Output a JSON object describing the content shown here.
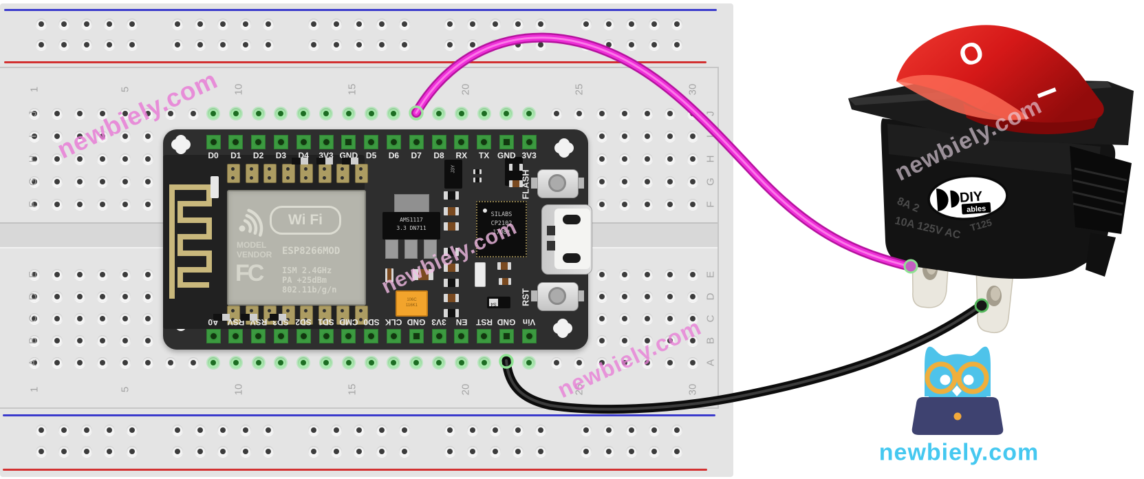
{
  "watermark": {
    "text": "newbiely.com"
  },
  "branding": {
    "site": "newbiely.com"
  },
  "breadboard": {
    "column_labels": [
      "1",
      "5",
      "10",
      "15",
      "20",
      "25",
      "30"
    ],
    "row_labels_upper": [
      "J",
      "I",
      "H",
      "G",
      "F"
    ],
    "row_labels_lower": [
      "E",
      "D",
      "C",
      "B",
      "A"
    ]
  },
  "board": {
    "top_pins": [
      "D0",
      "D1",
      "D2",
      "D3",
      "D4",
      "3V3",
      "GND",
      "D5",
      "D6",
      "D7",
      "D8",
      "RX",
      "TX",
      "GND",
      "3V3"
    ],
    "bottom_pins": [
      "A0",
      "RSV",
      "RSV",
      "SD3",
      "SD2",
      "SD1",
      "CMD",
      "SD0",
      "CLK",
      "GND",
      "3V3",
      "EN",
      "RST",
      "GND",
      "Vin"
    ],
    "module": {
      "wifi_badge": "Wi Fi",
      "brand_lines": [
        "MODEL",
        "VENDOR"
      ],
      "part": "ESP8266MOD",
      "cert": "FC",
      "specs": [
        "ISM 2.4GHz",
        "PA +25dBm",
        "802.11b/g/n"
      ]
    },
    "regulator_lines": [
      "AMS1117",
      "3.3 DN711"
    ],
    "usb_chip_lines": [
      "SILABS",
      "CP2102",
      "1708*"
    ],
    "transistor_label": "J3Y",
    "smd_label": "S4",
    "capacitor_lines": [
      "106C",
      "116K1"
    ],
    "flash_button": "FLASH",
    "reset_button": "RST"
  },
  "rocker_switch": {
    "off_symbol": "O",
    "on_symbol": "I",
    "logo_main": "DIY",
    "logo_sub": "ables",
    "rating_left": "8A 2",
    "rating_bottom": "10A 125V AC",
    "rating_code": "T125"
  },
  "wires": {
    "signal": {
      "color": "#ee2ed8",
      "connects": "D7"
    },
    "ground": {
      "color": "#111111",
      "connects": "GND"
    }
  }
}
